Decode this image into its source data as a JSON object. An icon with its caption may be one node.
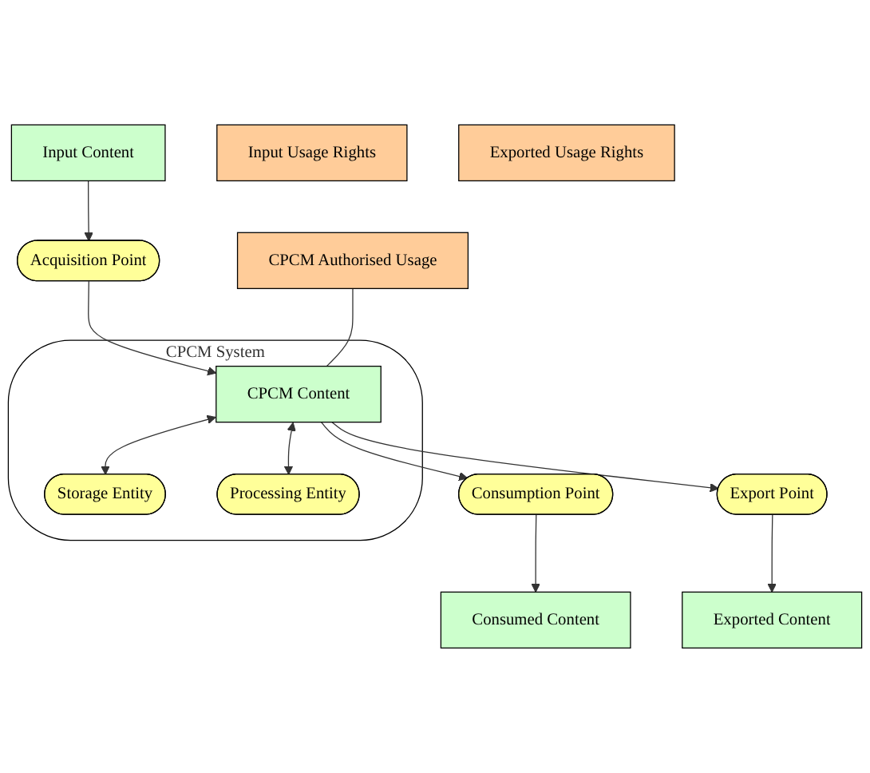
{
  "diagram": {
    "nodes": [
      {
        "text": [
          "CPCM System"
        ]
      },
      {
        "text": [
          "Input Content"
        ]
      },
      {
        "text": [
          "Input Usage Rights"
        ]
      },
      {
        "text": [
          "Acquisition Point"
        ]
      },
      {
        "text": [
          "CPCM Authorised Usage"
        ]
      },
      {
        "text": [
          "Storage Entity"
        ],
        "in": 0
      },
      {
        "text": [
          "CPCM Content"
        ],
        "in": 0
      },
      {
        "text": [
          "Processing Entity"
        ],
        "in": 0
      },
      {
        "text": [
          "Consumption Point"
        ]
      },
      {
        "text": [
          "Export Point"
        ]
      },
      {
        "text": [
          "Consumed Content"
        ]
      },
      {
        "text": [
          "Exported Content"
        ]
      },
      {
        "text": [
          "Exported Usage Rights"
        ]
      }
    ],
    "edges": [
      {
        "from": 1,
        "to": 3,
        "arrow": "to"
      },
      {
        "from": 3,
        "to": 6,
        "arrow": "to"
      },
      {
        "from": 4,
        "to": 6,
        "arrow": "none"
      },
      {
        "from": 6,
        "to": 5,
        "arrow": "both"
      },
      {
        "from": 6,
        "to": 7,
        "arrow": "both"
      },
      {
        "from": 6,
        "to": 8,
        "arrow": "to"
      },
      {
        "from": 6,
        "to": 9,
        "arrow": "to"
      },
      {
        "from": 8,
        "to": 10,
        "arrow": "to"
      },
      {
        "from": 9,
        "to": 11,
        "arrow": "to"
      }
    ]
  }
}
